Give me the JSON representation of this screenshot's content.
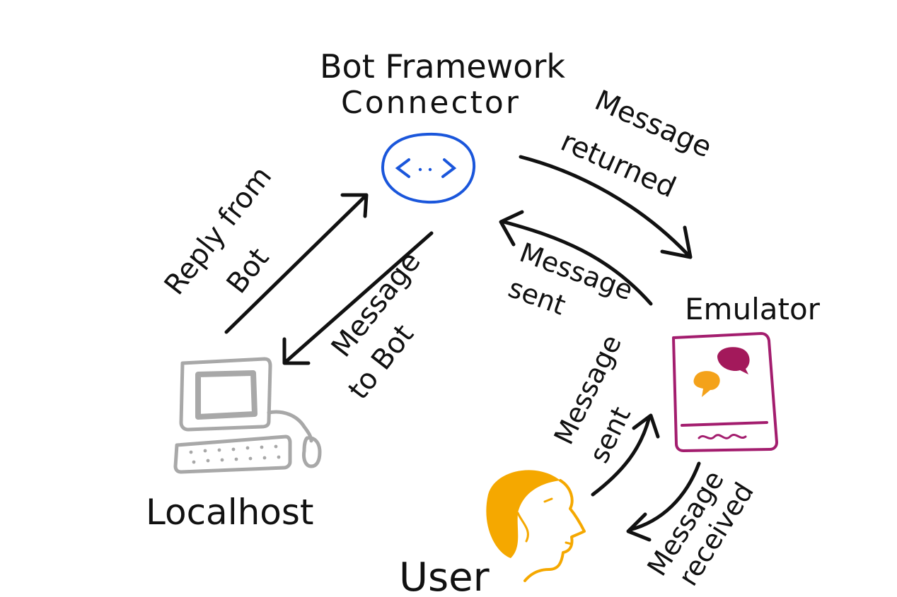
{
  "nodes": {
    "connector": {
      "label_line1": "Bot Framework",
      "label_line2": "Connector",
      "icon_text": "<·.>",
      "color": "#1a56db"
    },
    "emulator": {
      "label": "Emulator",
      "color": "#a31d6e",
      "bubble_colors": [
        "#a3195b",
        "#f4a21a"
      ]
    },
    "localhost": {
      "label": "Localhost",
      "color": "#a8a8a8"
    },
    "user": {
      "label": "User",
      "color": "#f5a800"
    }
  },
  "edges": {
    "connector_to_emulator": {
      "line1": "Message",
      "line2": "returned"
    },
    "emulator_to_connector": {
      "line1": "Message",
      "line2": "sent"
    },
    "localhost_to_connector": {
      "line1": "Reply from",
      "line2": "Bot"
    },
    "connector_to_localhost": {
      "line1": "Message",
      "line2": "to Bot"
    },
    "user_to_emulator": {
      "line1": "Message",
      "line2": "sent"
    },
    "emulator_to_user": {
      "line1": "Message",
      "line2": "received"
    }
  }
}
